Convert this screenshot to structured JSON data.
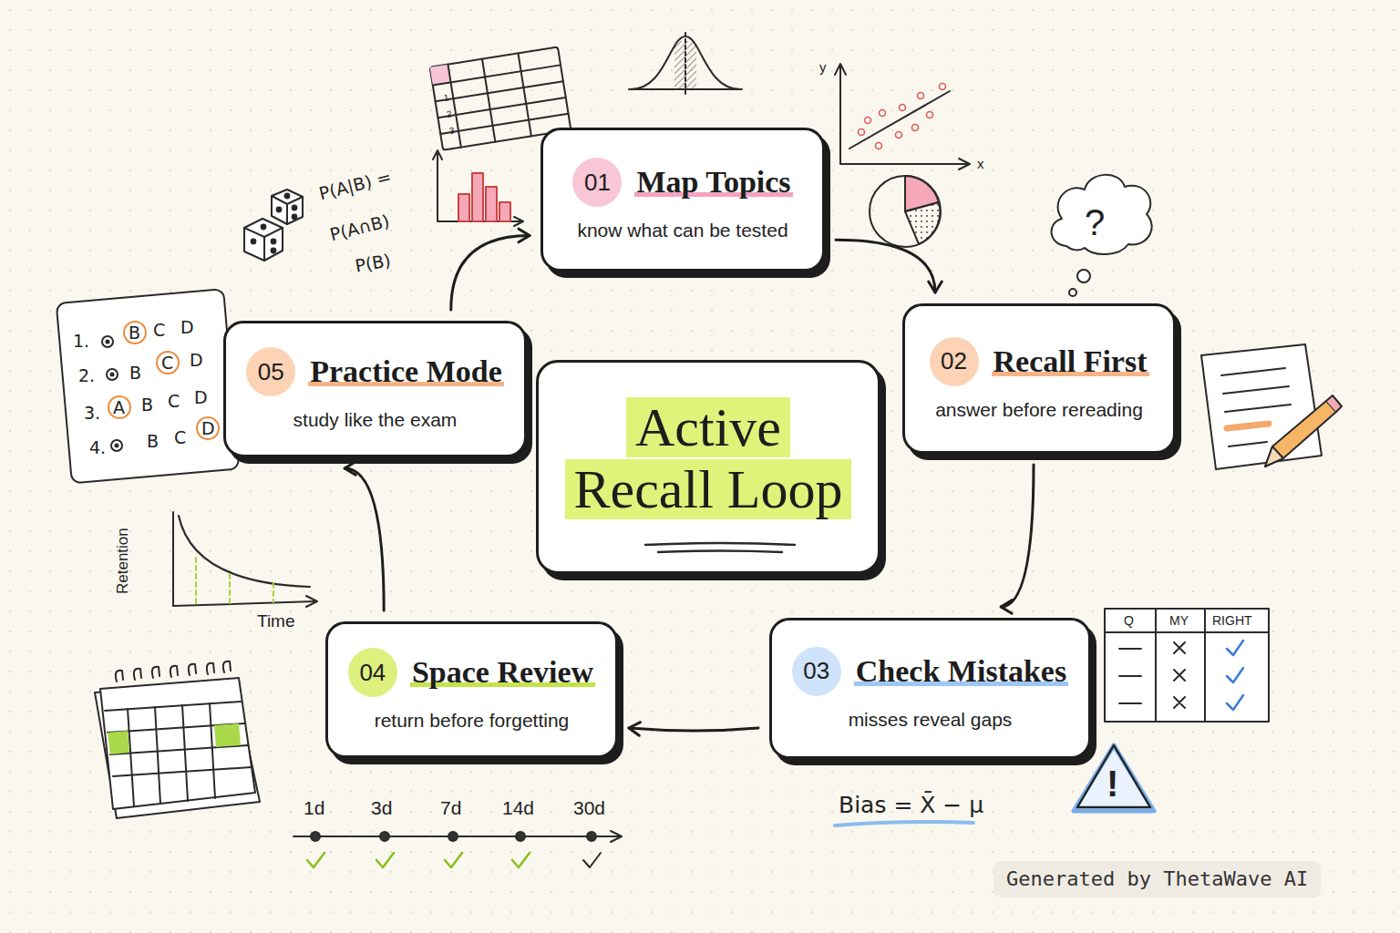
{
  "diagram": {
    "title": "Active Recall Loop",
    "nodes": [
      {
        "text": [
          "01",
          "Map Topics",
          "know what can be tested"
        ]
      },
      {
        "text": [
          "02",
          "Recall First",
          "answer before rereading"
        ]
      },
      {
        "text": [
          "03",
          "Check Mistakes",
          "misses reveal gaps"
        ]
      },
      {
        "text": [
          "04",
          "Space Review",
          "return before forgetting"
        ]
      },
      {
        "text": [
          "05",
          "Practice Mode",
          "study like the exam"
        ]
      }
    ],
    "edges": [
      {
        "from": 0,
        "to": 1,
        "arrow": "to"
      },
      {
        "from": 1,
        "to": 2,
        "arrow": "to"
      },
      {
        "from": 2,
        "to": 3,
        "arrow": "to"
      },
      {
        "from": 3,
        "to": 4,
        "arrow": "to"
      },
      {
        "from": 4,
        "to": 0,
        "arrow": "to"
      }
    ],
    "labels": [
      "P(A|B) =",
      "P(A∩B)",
      "P(B)",
      "y",
      "x",
      "?",
      "1.",
      "B",
      "C",
      "D",
      "2.",
      "B",
      "C",
      "D",
      "3.",
      "A",
      "B",
      "C",
      "D",
      "4.",
      "B",
      "C",
      "D",
      "Retention",
      "Time",
      "1d",
      "3d",
      "7d",
      "14d",
      "30d",
      "Q",
      "MY",
      "RIGHT",
      "Bias = X̄ − μ",
      "!",
      "Generated by ThetaWave AI",
      "1",
      "2",
      "3"
    ]
  }
}
